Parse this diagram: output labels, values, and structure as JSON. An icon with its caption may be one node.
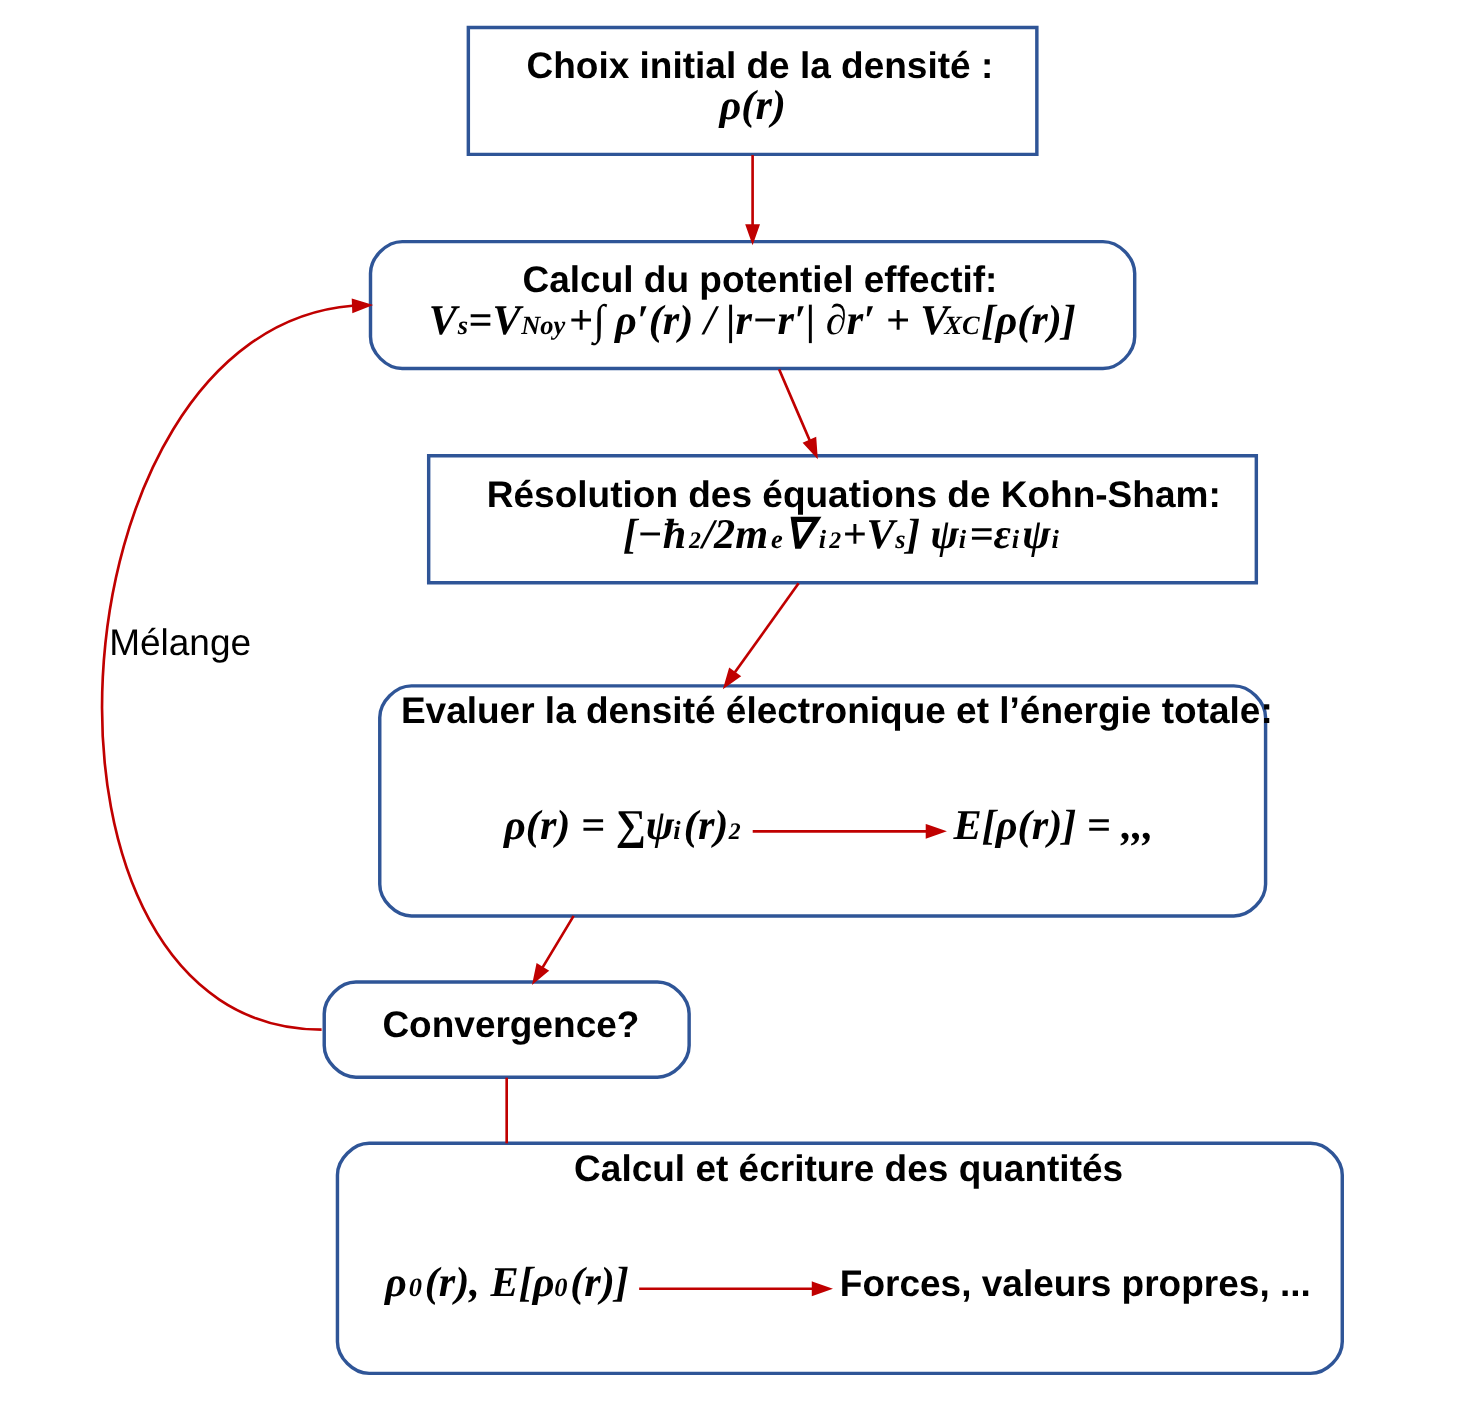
{
  "diagram": {
    "nodes": [
      {
        "text": [
          "Choix initial de la densité :",
          "ρ(r)"
        ]
      },
      {
        "text": [
          "Calcul du potentiel effectif:",
          "V$_{s}$=V$_{Noy}$+∫ ρ′(r) / |r−r′| ∂r′ + V$_{XC}$[ρ(r)]"
        ]
      },
      {
        "text": [
          "Résolution des équations de Kohn-Sham:",
          "[−ħ$^{2}$/2m$_{e}$∇$_{i}$$^{2}$+V$_{s}$] ψ$_{i}$=ε$_{i}$ψ$_{i}$"
        ]
      },
      {
        "text": [
          "Evaluer la densité électronique et l’énergie totale:"
        ]
      },
      {
        "text": [
          "ρ(r) = ∑ψ$_{i}$(r)$^{2}$"
        ],
        "in": 3
      },
      {
        "text": [
          "E[ρ(r)] = ,,,"
        ],
        "in": 3
      },
      {
        "text": [
          "Convergence?"
        ]
      },
      {
        "text": [
          "Calcul et écriture des quantités"
        ]
      },
      {
        "text": [
          "ρ$_{0}$(r), E[ρ$_{0}$(r)]"
        ],
        "in": 7
      },
      {
        "text": [
          "Forces, valeurs propres, ..."
        ],
        "in": 7
      }
    ],
    "edges": [
      {
        "from": 0,
        "to": 1,
        "arrow": "to"
      },
      {
        "from": 1,
        "to": 2,
        "arrow": "to"
      },
      {
        "from": 2,
        "to": 3,
        "arrow": "to"
      },
      {
        "from": 4,
        "to": 5,
        "arrow": "to"
      },
      {
        "from": 3,
        "to": 6,
        "arrow": "to"
      },
      {
        "from": 6,
        "to": 1,
        "arrow": "to",
        "label": "Mélange"
      },
      {
        "from": 6,
        "to": 7,
        "arrow": "none"
      },
      {
        "from": 8,
        "to": 9,
        "arrow": "to"
      }
    ]
  }
}
